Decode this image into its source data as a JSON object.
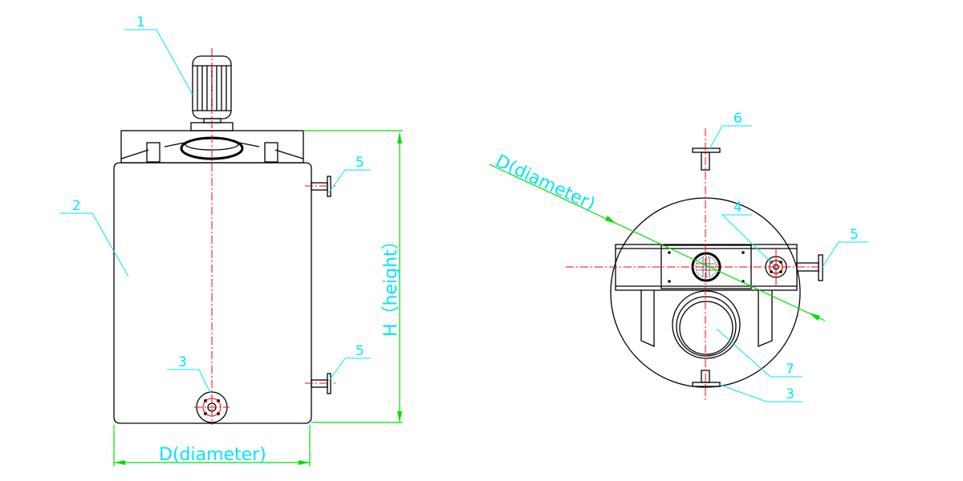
{
  "front_view": {
    "labels": [
      "1",
      "2",
      "3",
      "5",
      "5"
    ],
    "height_dimension": "H（height）",
    "diameter_dimension": "D(diameter)"
  },
  "top_view": {
    "labels": [
      "6",
      "4",
      "5",
      "7",
      "3"
    ],
    "diameter_dimension": "D(diameter)"
  },
  "colors": {
    "outline": "#000000",
    "centerline": "#ff0000",
    "leader": "#00e5ff",
    "dimension": "#00e000"
  }
}
